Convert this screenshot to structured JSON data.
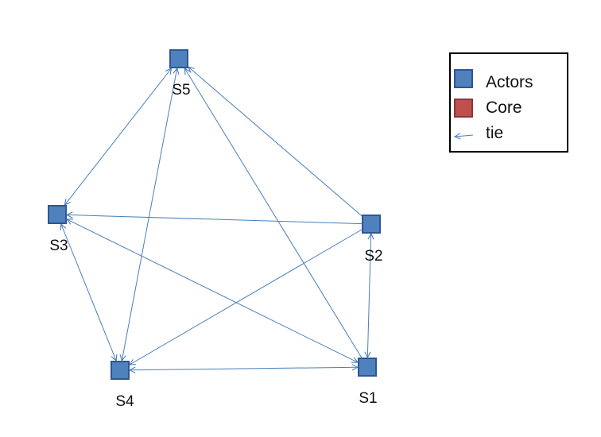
{
  "colors": {
    "actor_fill": "#4f81bd",
    "actor_stroke": "#2f5597",
    "core_fill": "#c0504d",
    "core_stroke": "#8c3836",
    "tie": "#4a7ebb",
    "legend_border": "#000000"
  },
  "nodes": [
    {
      "id": "S1",
      "label": "S1"
    },
    {
      "id": "S2",
      "label": "S2"
    },
    {
      "id": "S3",
      "label": "S3"
    },
    {
      "id": "S4",
      "label": "S4"
    },
    {
      "id": "S5",
      "label": "S5"
    }
  ],
  "edges": [
    {
      "from": "S5",
      "to": "S3",
      "directed": "both"
    },
    {
      "from": "S5",
      "to": "S4",
      "directed": "both"
    },
    {
      "from": "S2",
      "to": "S5",
      "directed": "to"
    },
    {
      "from": "S1",
      "to": "S5",
      "directed": "to"
    },
    {
      "from": "S2",
      "to": "S3",
      "directed": "to"
    },
    {
      "from": "S1",
      "to": "S3",
      "directed": "both"
    },
    {
      "from": "S3",
      "to": "S4",
      "directed": "both"
    },
    {
      "from": "S2",
      "to": "S4",
      "directed": "to"
    },
    {
      "from": "S4",
      "to": "S1",
      "directed": "both"
    },
    {
      "from": "S2",
      "to": "S1",
      "directed": "both"
    }
  ],
  "legend": {
    "items": [
      {
        "key": "actors",
        "label": "Actors",
        "symbol": "actor-square"
      },
      {
        "key": "core",
        "label": "Core",
        "symbol": "core-square"
      },
      {
        "key": "tie",
        "label": "tie",
        "symbol": "arrow"
      }
    ]
  }
}
